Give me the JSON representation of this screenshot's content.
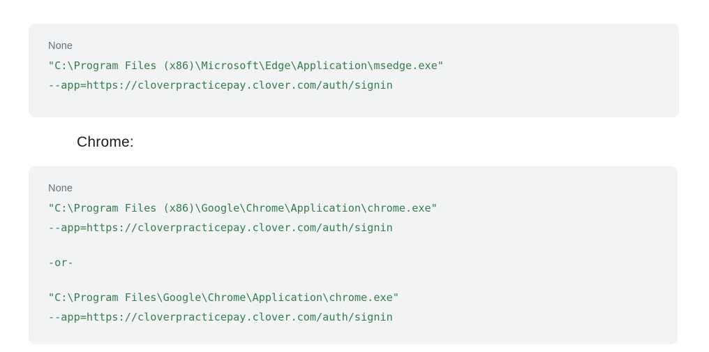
{
  "page": {
    "background_color": "#ffffff"
  },
  "theme": {
    "code_block_background": "#f1f3f4",
    "code_text_color": "#357d4e",
    "label_text_color": "#6b7073",
    "heading_text_color": "#1c1d1f"
  },
  "blocks": [
    {
      "id": "edge-command-block",
      "language_label": "None",
      "lines": [
        "\"C:\\Program Files (x86)\\Microsoft\\Edge\\Application\\msedge.exe\"",
        "--app=https://cloverpracticepay.clover.com/auth/signin"
      ]
    },
    {
      "id": "chrome-command-block",
      "language_label": "None",
      "lines": [
        "\"C:\\Program Files (x86)\\Google\\Chrome\\Application\\chrome.exe\"",
        "--app=https://cloverpracticepay.clover.com/auth/signin",
        "",
        "-or-",
        "",
        "\"C:\\Program Files\\Google\\Chrome\\Application\\chrome.exe\"",
        "--app=https://cloverpracticepay.clover.com/auth/signin"
      ]
    }
  ],
  "heading": {
    "chrome_label": "Chrome:"
  }
}
